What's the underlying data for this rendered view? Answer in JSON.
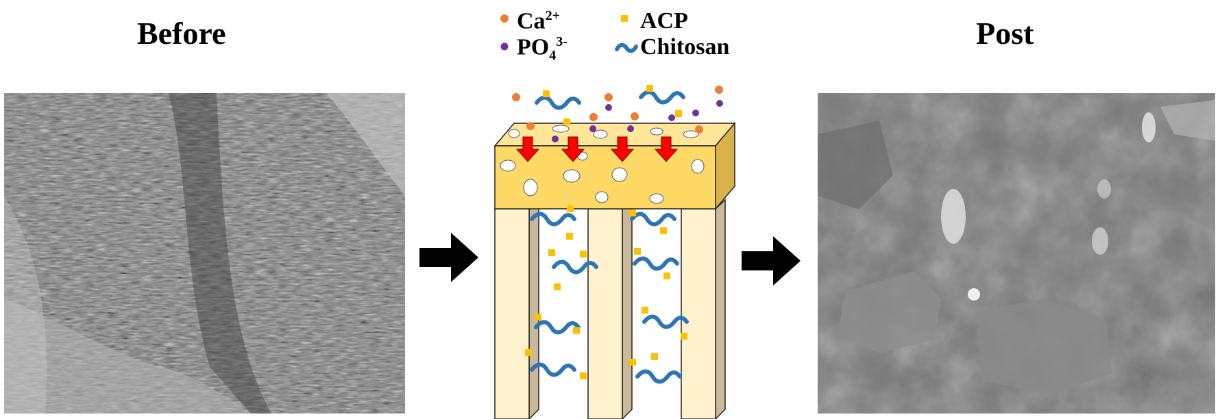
{
  "figure": {
    "before_title": "Before",
    "post_title": "Post",
    "legend": {
      "ca_base": "Ca",
      "ca_sup": "2+",
      "acp": "ACP",
      "po_base": "PO",
      "po_sub": "4",
      "po_sup": "3-",
      "chitosan": "Chitosan"
    },
    "colors": {
      "calcium": "#ed7d31",
      "phosphate": "#7030a0",
      "acp": "#ffc000",
      "chitosan": "#2e75b6",
      "arrow_red": "#ff0000",
      "resin_layer": "#ffd966",
      "tubule_wall": "#fff2cc"
    }
  }
}
